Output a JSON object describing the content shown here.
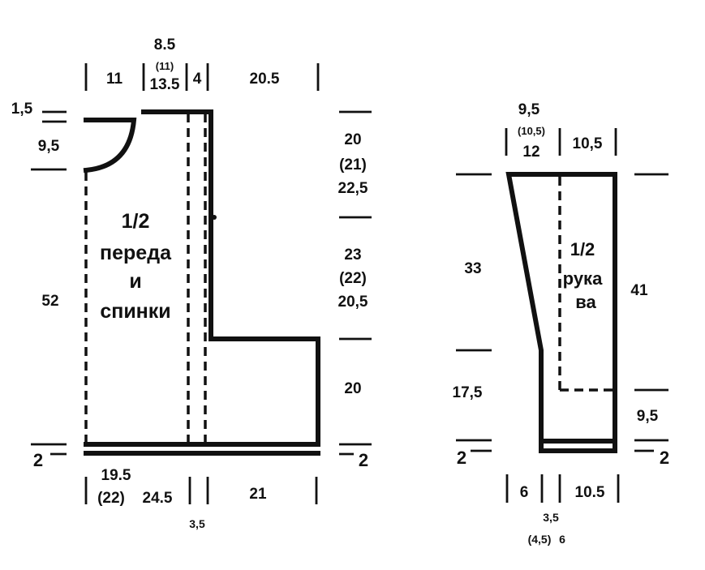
{
  "body_piece": {
    "label": [
      "1/2",
      "переда",
      "и",
      "спинки"
    ],
    "top_dims": {
      "left": "11",
      "neck_1": "8.5",
      "neck_2": "(11)",
      "neck_3": "13.5",
      "shoulder": "4",
      "right": "20.5"
    },
    "left_dims": {
      "neck_top": "1,5",
      "neck_depth": "9,5",
      "length": "52",
      "hem": "2"
    },
    "right_dims": {
      "armhole_1": "20",
      "armhole_2": "(21)",
      "armhole_3": "22,5",
      "mid_1": "23",
      "mid_2": "(22)",
      "mid_3": "20,5",
      "lower": "20",
      "hem": "2"
    },
    "bottom_dims": {
      "width_1": "19.5",
      "width_2": "(22)",
      "width_3": "24.5",
      "gap": "3,5",
      "right": "21"
    }
  },
  "sleeve_piece": {
    "label": [
      "1/2",
      "рука",
      "ва"
    ],
    "top_dims": {
      "left_1": "9,5",
      "left_2": "(10,5)",
      "left_3": "12",
      "right": "10,5"
    },
    "left_dims": {
      "upper": "33",
      "lower": "17,5",
      "hem": "2"
    },
    "right_dims": {
      "length": "41",
      "cuff": "9,5",
      "hem": "2"
    },
    "bottom_dims": {
      "left": "6",
      "right": "10.5",
      "gap_1": "3,5",
      "gap_2": "(4,5)",
      "gap_3": "6"
    }
  }
}
